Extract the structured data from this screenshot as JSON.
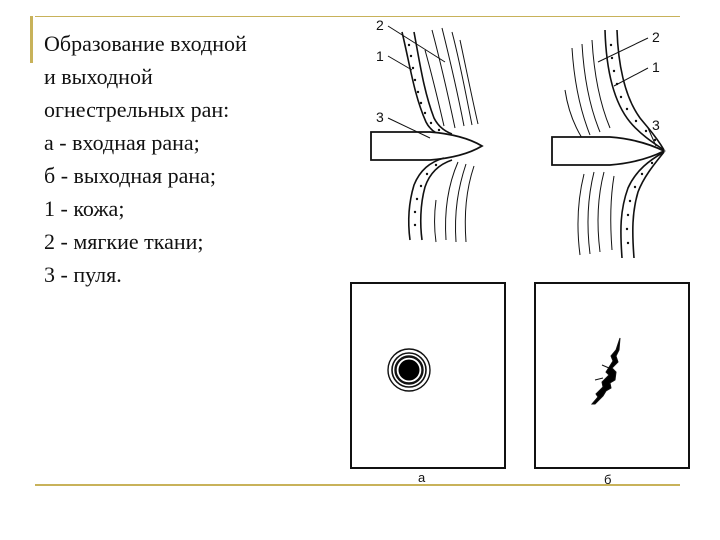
{
  "slide": {
    "caption_lines": [
      "Образование входной",
      "и выходной",
      "огнестрельных ран:",
      "а - входная рана;",
      "б - выходная рана;",
      "1 - кожа;",
      "2 - мягкие ткани;",
      "3 - пуля."
    ],
    "accent_color": "#c8b25a"
  },
  "figure": {
    "entry_cross_section": {
      "labels": [
        "2",
        "1",
        "3"
      ]
    },
    "exit_cross_section": {
      "labels": [
        "2",
        "1",
        "3"
      ]
    },
    "panel_a_label": "а",
    "panel_b_label": "б"
  }
}
